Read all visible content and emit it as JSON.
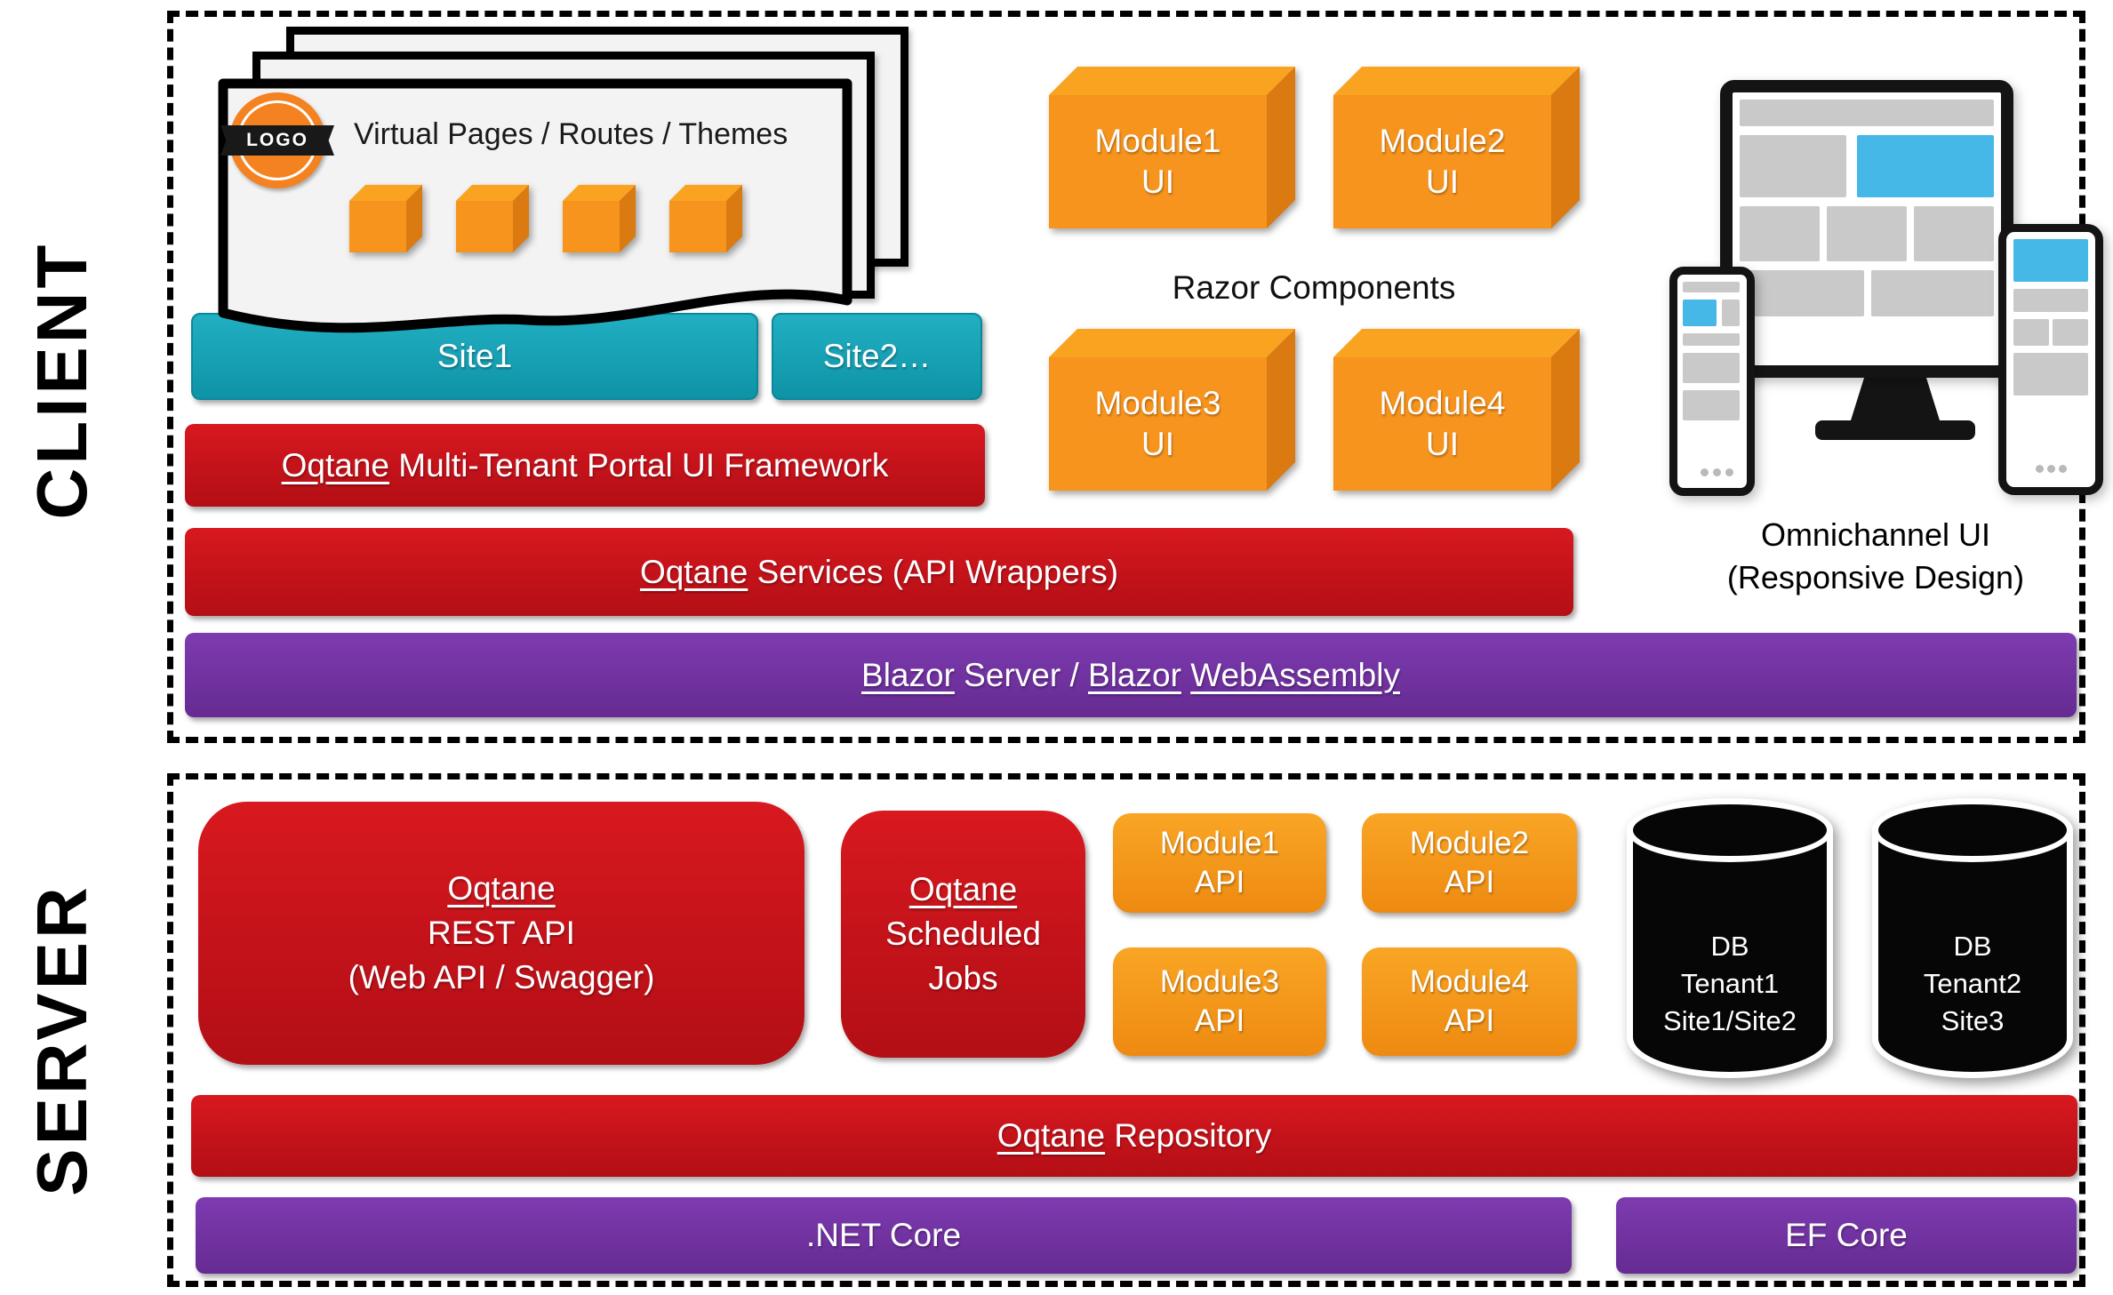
{
  "colors": {
    "red": "#C9151B",
    "teal": "#14A0B2",
    "purple": "#7533A6",
    "orange": "#F7941E",
    "blue_accent": "#45B8E8",
    "device_black": "#141414"
  },
  "spellcheck_words": [
    "Oqtane",
    "Blazor",
    "WebAssembly"
  ],
  "sections": {
    "client_label": "CLIENT",
    "server_label": "SERVER"
  },
  "client": {
    "pages_title": "Virtual Pages / Routes / Themes",
    "logo_text": "LOGO",
    "site1": "Site1",
    "site2": "Site2…",
    "framework_bar": "Oqtane Multi-Tenant Portal UI Framework",
    "services_bar": "Oqtane Services (API Wrappers)",
    "blazor_bar": "Blazor Server / Blazor WebAssembly",
    "razor_components_label": "Razor Components",
    "module_ui": [
      {
        "line1": "Module1",
        "line2": "UI"
      },
      {
        "line1": "Module2",
        "line2": "UI"
      },
      {
        "line1": "Module3",
        "line2": "UI"
      },
      {
        "line1": "Module4",
        "line2": "UI"
      }
    ],
    "omnichannel": {
      "line1": "Omnichannel UI",
      "line2": "(Responsive Design)"
    }
  },
  "server": {
    "rest_api": {
      "line1": "Oqtane",
      "line2": "REST API",
      "line3": "(Web API / Swagger)"
    },
    "scheduled_jobs": {
      "line1": "Oqtane",
      "line2": "Scheduled",
      "line3": "Jobs"
    },
    "module_api": [
      {
        "line1": "Module1",
        "line2": "API"
      },
      {
        "line1": "Module2",
        "line2": "API"
      },
      {
        "line1": "Module3",
        "line2": "API"
      },
      {
        "line1": "Module4",
        "line2": "API"
      }
    ],
    "databases": [
      {
        "line1": "DB",
        "line2": "Tenant1",
        "line3": "Site1/Site2"
      },
      {
        "line1": "DB",
        "line2": "Tenant2",
        "line3": "Site3"
      }
    ],
    "repository_bar": "Oqtane Repository",
    "dotnet_bar": ".NET Core",
    "efcore_bar": "EF Core"
  }
}
